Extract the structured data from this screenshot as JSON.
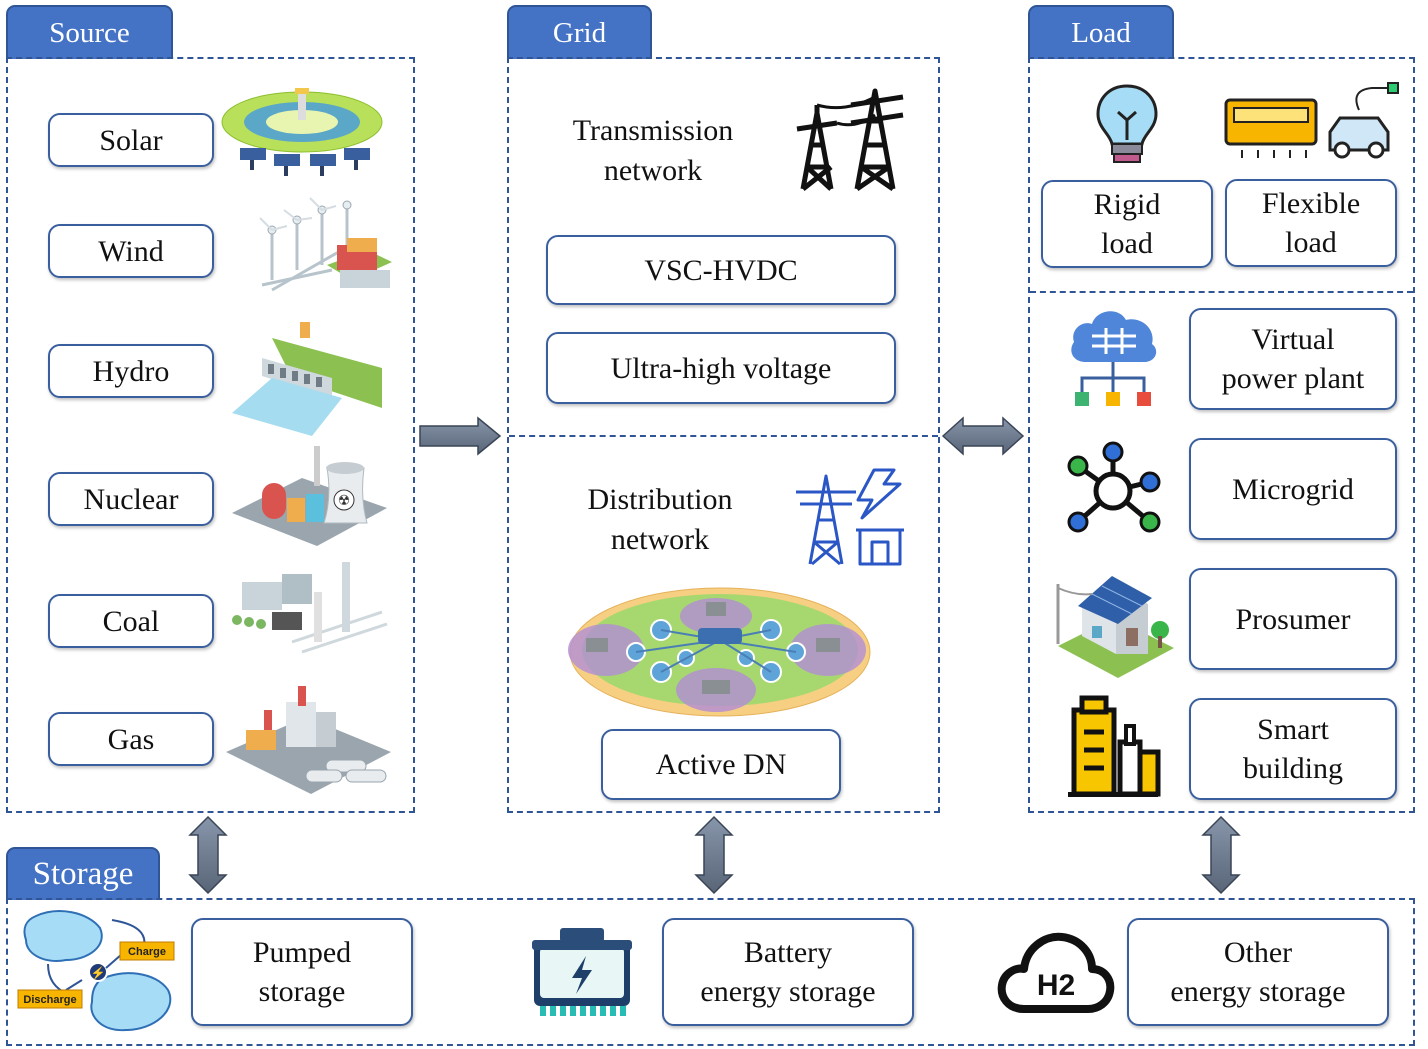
{
  "source": {
    "title": "Source",
    "items": [
      "Solar",
      "Wind",
      "Hydro",
      "Nuclear",
      "Coal",
      "Gas"
    ]
  },
  "grid": {
    "title": "Grid",
    "transmission_label": "Transmission\nnetwork",
    "vsc_hvdc": "VSC-HVDC",
    "ultra_high_voltage": "Ultra-high voltage",
    "distribution_label": "Distribution\nnetwork",
    "active_dn": "Active DN"
  },
  "load": {
    "title": "Load",
    "rigid_load": "Rigid\nload",
    "flexible_load": "Flexible\nload",
    "virtual_power_plant": "Virtual\npower plant",
    "microgrid": "Microgrid",
    "prosumer": "Prosumer",
    "smart_building": "Smart\nbuilding"
  },
  "storage": {
    "title": "Storage",
    "pumped_storage": "Pumped\nstorage",
    "battery_storage": "Battery\nenergy storage",
    "other_storage": "Other\nenergy storage",
    "charge_label": "Charge",
    "discharge_label": "Discharge",
    "hydrogen_label": "H2"
  },
  "colors": {
    "tab_blue": "#4472c4",
    "border_blue": "#2f5597",
    "arrow_gray": "#6b7280"
  }
}
